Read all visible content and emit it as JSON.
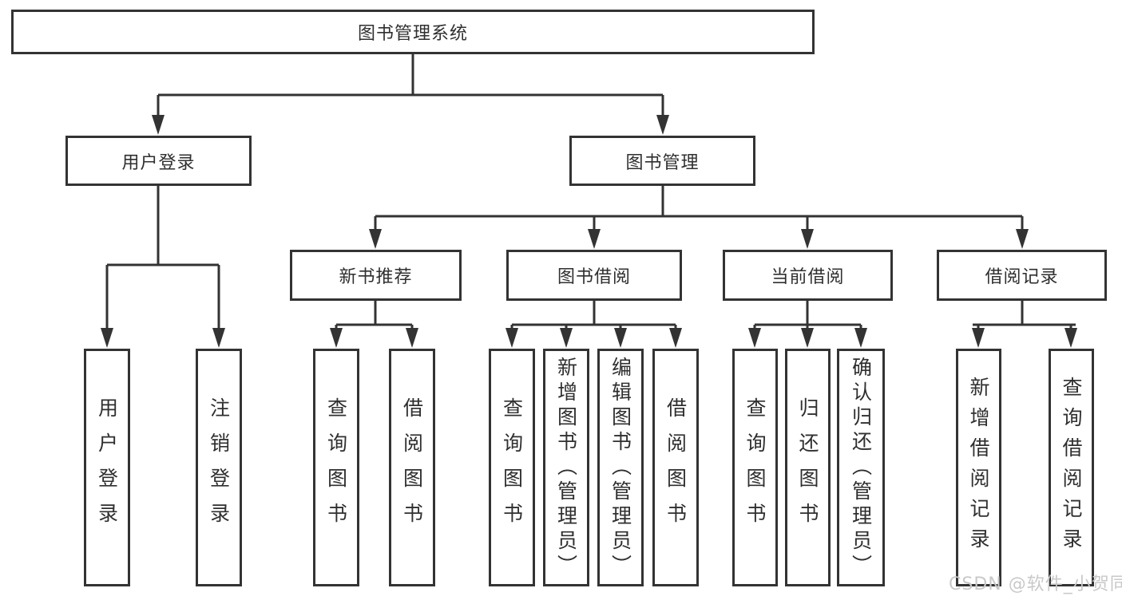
{
  "diagram_type": "functional-structure-chart",
  "colors": {
    "line": "#333333",
    "box_background": "#ffffff",
    "text": "#2f2f2f",
    "watermark": "#c9c9c9"
  },
  "tree": {
    "root": {
      "label": "图书管理系统",
      "children": [
        {
          "label": "用户登录",
          "children": [
            {
              "label": "用户登录"
            },
            {
              "label": "注销登录"
            }
          ]
        },
        {
          "label": "图书管理",
          "children": [
            {
              "label": "新书推荐",
              "children": [
                {
                  "label": "查询图书"
                },
                {
                  "label": "借阅图书"
                }
              ]
            },
            {
              "label": "图书借阅",
              "children": [
                {
                  "label": "查询图书"
                },
                {
                  "label": "新增图书（管理员）"
                },
                {
                  "label": "编辑图书（管理员）"
                },
                {
                  "label": "借阅图书"
                }
              ]
            },
            {
              "label": "当前借阅",
              "children": [
                {
                  "label": "查询图书"
                },
                {
                  "label": "归还图书"
                },
                {
                  "label": "确认归还（管理员）"
                }
              ]
            },
            {
              "label": "借阅记录",
              "children": [
                {
                  "label": "新增借阅记录"
                },
                {
                  "label": "查询借阅记录"
                }
              ]
            }
          ]
        }
      ]
    }
  },
  "watermark": {
    "text": "CSDN @软件_小贺同学"
  }
}
